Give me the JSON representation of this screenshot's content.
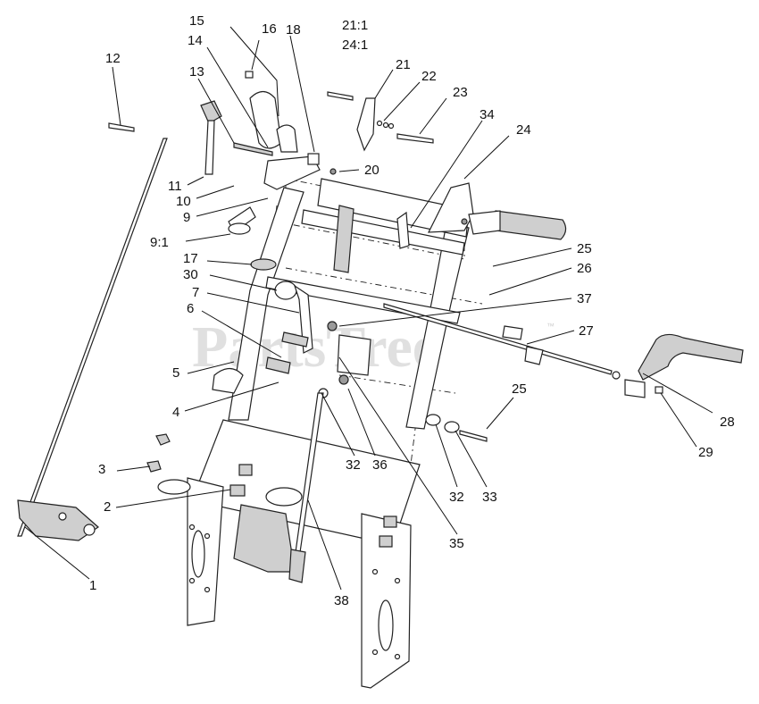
{
  "watermark": {
    "text": "PartsTree",
    "trademark": "™"
  },
  "callouts": [
    {
      "id": "15",
      "label": "15"
    },
    {
      "id": "16",
      "label": "16"
    },
    {
      "id": "18",
      "label": "18"
    },
    {
      "id": "21_1",
      "label": "21:1"
    },
    {
      "id": "24_1",
      "label": "24:1"
    },
    {
      "id": "14",
      "label": "14"
    },
    {
      "id": "12",
      "label": "12"
    },
    {
      "id": "13",
      "label": "13"
    },
    {
      "id": "21",
      "label": "21"
    },
    {
      "id": "22",
      "label": "22"
    },
    {
      "id": "23",
      "label": "23"
    },
    {
      "id": "34",
      "label": "34"
    },
    {
      "id": "24",
      "label": "24"
    },
    {
      "id": "20",
      "label": "20"
    },
    {
      "id": "11",
      "label": "11"
    },
    {
      "id": "10",
      "label": "10"
    },
    {
      "id": "9",
      "label": "9"
    },
    {
      "id": "9_1",
      "label": "9:1"
    },
    {
      "id": "17",
      "label": "17"
    },
    {
      "id": "30",
      "label": "30"
    },
    {
      "id": "7",
      "label": "7"
    },
    {
      "id": "6",
      "label": "6"
    },
    {
      "id": "5",
      "label": "5"
    },
    {
      "id": "4",
      "label": "4"
    },
    {
      "id": "25a",
      "label": "25"
    },
    {
      "id": "26",
      "label": "26"
    },
    {
      "id": "37",
      "label": "37"
    },
    {
      "id": "27",
      "label": "27"
    },
    {
      "id": "25b",
      "label": "25"
    },
    {
      "id": "28",
      "label": "28"
    },
    {
      "id": "29",
      "label": "29"
    },
    {
      "id": "3",
      "label": "3"
    },
    {
      "id": "2",
      "label": "2"
    },
    {
      "id": "1",
      "label": "1"
    },
    {
      "id": "32a",
      "label": "32"
    },
    {
      "id": "36",
      "label": "36"
    },
    {
      "id": "32b",
      "label": "32"
    },
    {
      "id": "33",
      "label": "33"
    },
    {
      "id": "35",
      "label": "35"
    },
    {
      "id": "38",
      "label": "38"
    }
  ]
}
